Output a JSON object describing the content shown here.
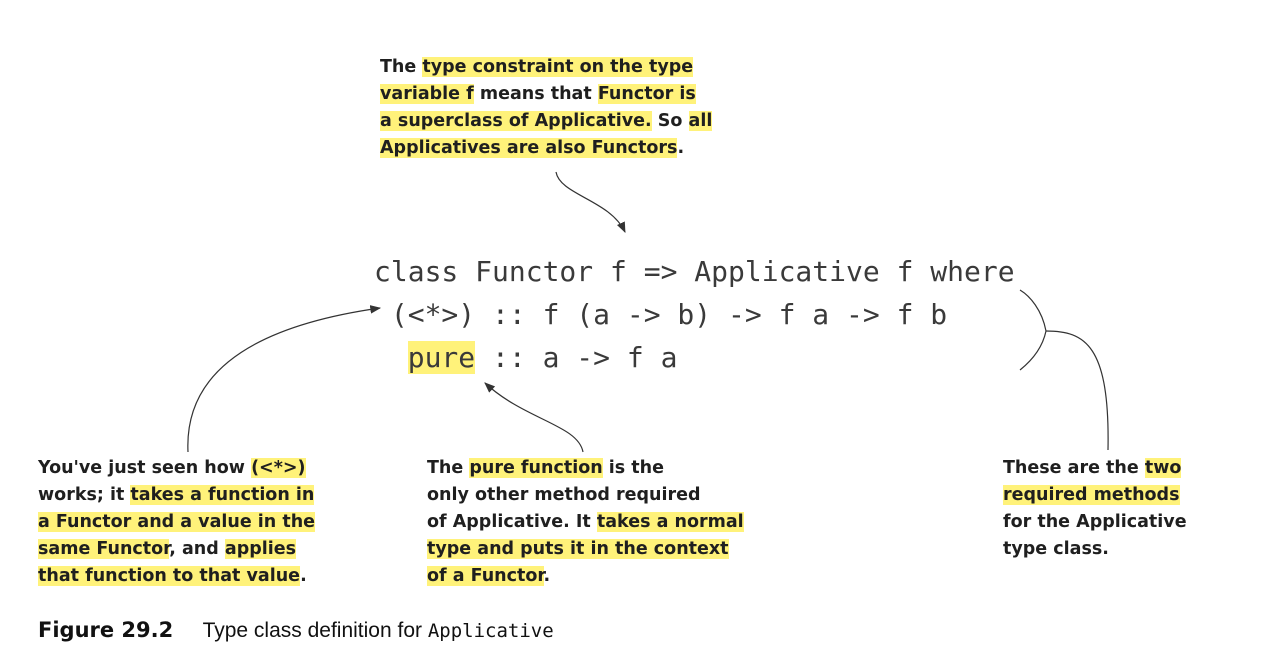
{
  "top_note": [
    [
      {
        "t": "The ",
        "h": false
      },
      {
        "t": "type constraint on the type",
        "h": true
      }
    ],
    [
      {
        "t": "variable f",
        "h": true
      },
      {
        "t": " means that ",
        "h": false
      },
      {
        "t": "Functor is",
        "h": true
      }
    ],
    [
      {
        "t": "a superclass of Applicative.",
        "h": true
      },
      {
        "t": " So ",
        "h": false
      },
      {
        "t": "all",
        "h": true
      }
    ],
    [
      {
        "t": "Applicatives are also Functors",
        "h": true
      },
      {
        "t": ".",
        "h": false
      }
    ]
  ],
  "code": [
    [
      {
        "t": "class Functor f => Applicative f where",
        "h": false
      }
    ],
    [
      {
        "t": " (<*>) :: f (a -> b) -> f a -> f b",
        "h": false
      }
    ],
    [
      {
        "t": "  ",
        "h": false
      },
      {
        "t": "pure",
        "h": true
      },
      {
        "t": " :: a -> f a",
        "h": false
      }
    ]
  ],
  "left_note": [
    [
      {
        "t": "You've just seen how ",
        "h": false
      },
      {
        "t": "(<*>)",
        "h": true
      }
    ],
    [
      {
        "t": "works; it ",
        "h": false
      },
      {
        "t": "takes a function in",
        "h": true
      }
    ],
    [
      {
        "t": "a Functor and a value in the",
        "h": true
      }
    ],
    [
      {
        "t": "same Functor",
        "h": true
      },
      {
        "t": ", and ",
        "h": false
      },
      {
        "t": "applies",
        "h": true
      }
    ],
    [
      {
        "t": "that function to that value",
        "h": true
      },
      {
        "t": ".",
        "h": false
      }
    ]
  ],
  "middle_note": [
    [
      {
        "t": "The ",
        "h": false
      },
      {
        "t": "pure function",
        "h": true
      },
      {
        "t": " is the",
        "h": false
      }
    ],
    [
      {
        "t": "only other method required",
        "h": false
      }
    ],
    [
      {
        "t": "of Applicative. It ",
        "h": false
      },
      {
        "t": "takes a normal",
        "h": true
      }
    ],
    [
      {
        "t": "type and puts it in the context",
        "h": true
      }
    ],
    [
      {
        "t": "of a Functor",
        "h": true
      },
      {
        "t": ".",
        "h": false
      }
    ]
  ],
  "right_note": [
    [
      {
        "t": "These are the ",
        "h": false
      },
      {
        "t": "two",
        "h": true
      }
    ],
    [
      {
        "t": "required methods",
        "h": true
      }
    ],
    [
      {
        "t": "for the Applicative",
        "h": false
      }
    ],
    [
      {
        "t": "type class.",
        "h": false
      }
    ]
  ],
  "caption": {
    "figure_label": "Figure 29.2",
    "text": "Type class definition for ",
    "mono": "Applicative"
  },
  "colors": {
    "highlight": "#fff27a",
    "text": "#1f1f1f",
    "code": "#3a3a3a",
    "arrow": "#333333"
  }
}
